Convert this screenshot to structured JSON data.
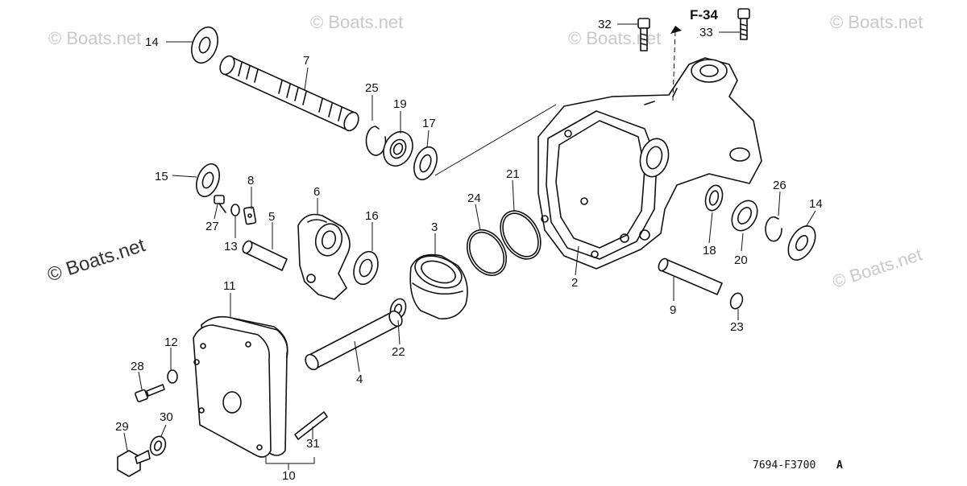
{
  "watermarks": [
    "© Boats.net",
    "© Boats.net",
    "© Boats.net",
    "© Boats.net",
    "© Boats.net",
    "© Boats.net"
  ],
  "page_ref": "F-34",
  "diagram_code": "7694-F3700",
  "diagram_code_suffix": "A",
  "callouts": {
    "c14a": "14",
    "c7": "7",
    "c25": "25",
    "c19": "19",
    "c17": "17",
    "c15": "15",
    "c8": "8",
    "c6": "6",
    "c5": "5",
    "c27": "27",
    "c13": "13",
    "c16": "16",
    "c3": "3",
    "c24": "24",
    "c21": "21",
    "c2": "2",
    "c32": "32",
    "c33": "33",
    "c26": "26",
    "c14b": "14",
    "c18": "18",
    "c20": "20",
    "c9": "9",
    "c23": "23",
    "c11": "11",
    "c12": "12",
    "c28": "28",
    "c22": "22",
    "c4": "4",
    "c29": "29",
    "c30": "30",
    "c31": "31",
    "c10": "10"
  }
}
